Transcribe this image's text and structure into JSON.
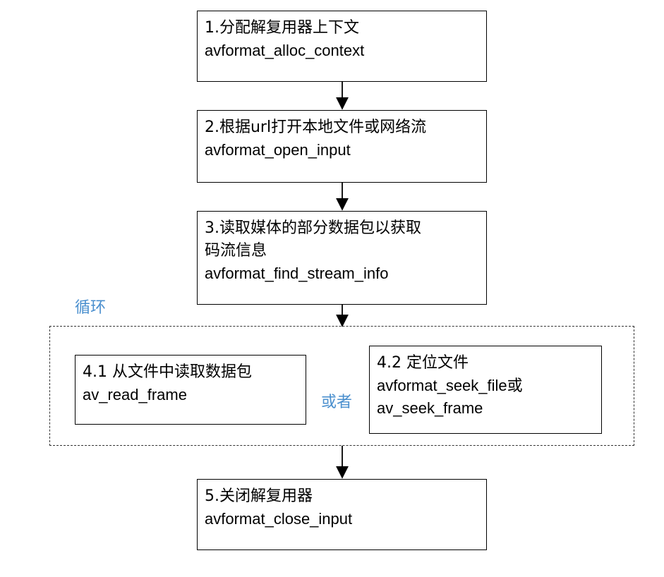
{
  "steps": [
    {
      "title": "1.分配解复用器上下文",
      "func": "avformat_alloc_context"
    },
    {
      "title": "2.根据url打开本地文件或网络流",
      "func": "avformat_open_input"
    },
    {
      "title_line1": "3.读取媒体的部分数据包以获取",
      "title_line2": "码流信息",
      "func": "avformat_find_stream_info"
    },
    {
      "title": "5.关闭解复用器",
      "func": "avformat_close_input"
    }
  ],
  "loop": {
    "label": "循环",
    "separator": "或者",
    "left": {
      "title": "4.1 从文件中读取数据包",
      "func": "av_read_frame"
    },
    "right": {
      "title": "4.2 定位文件",
      "func_line1": "avformat_seek_file或",
      "func_line2": "av_seek_frame"
    }
  }
}
